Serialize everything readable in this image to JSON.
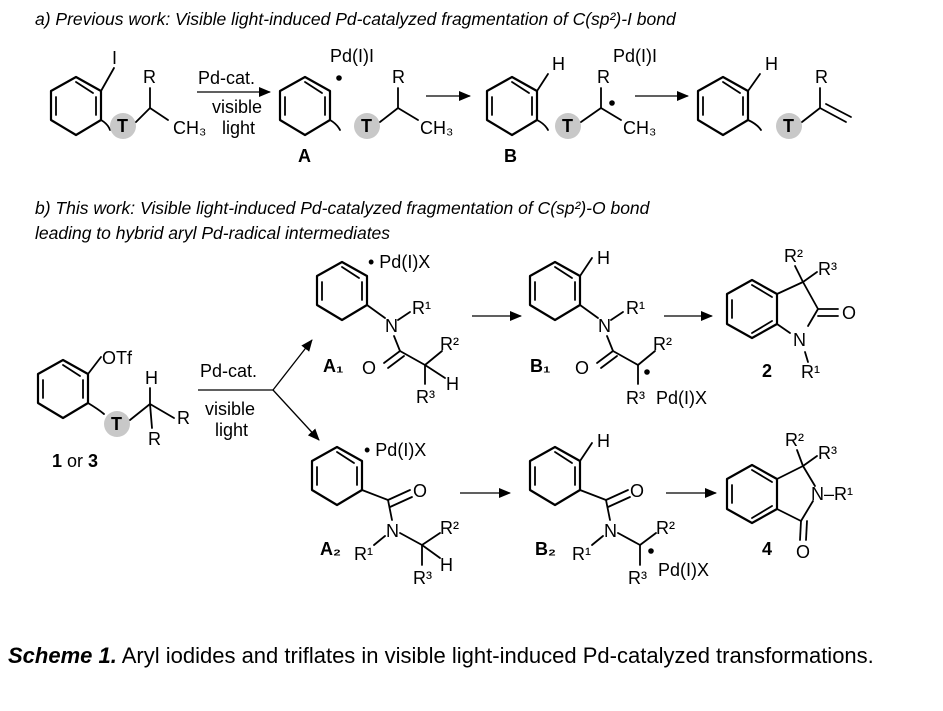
{
  "heading_a": "a) Previous work: Visible light-induced Pd-catalyzed fragmentation of C(sp²)-I bond",
  "heading_b_line1": "b) This work: Visible light-induced Pd-catalyzed fragmentation of C(sp²)-O bond",
  "heading_b_line2": "leading to hybrid aryl Pd-radical intermediates",
  "tether_label": "T",
  "atoms": {
    "I": "I",
    "H": "H",
    "R": "R",
    "CH3": "CH₃",
    "OTf": "OTf",
    "O": "O",
    "N": "N",
    "N_R1": "N–R¹",
    "R1": "R¹",
    "R2": "R²",
    "R3": "R³",
    "PdI_I": "Pd(I)I",
    "PdI_X": "Pd(I)X",
    "PdI_X_dot": "• Pd(I)X"
  },
  "conditions": {
    "catalyst": "Pd-cat.",
    "light_line1": "visible",
    "light_line2": "light"
  },
  "compounds": {
    "A": "A",
    "B": "B",
    "A1": "A₁",
    "B1": "B₁",
    "A2": "A₂",
    "B2": "B₂",
    "p2": "2",
    "p4": "4",
    "start_prefix": "1",
    "start_or": " or ",
    "start_suffix": "3"
  },
  "caption": {
    "label": "Scheme 1.",
    "text": " Aryl iodides and triflates in visible light-induced Pd-catalyzed transformations."
  }
}
